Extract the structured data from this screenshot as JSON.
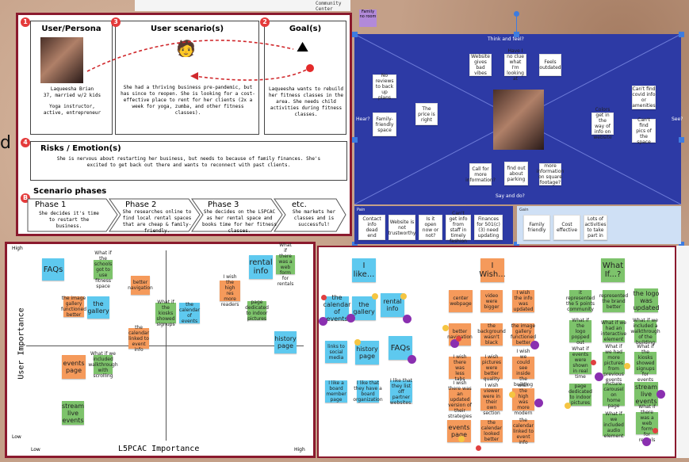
{
  "top_note": "Community Center",
  "top_chip": "Family no room",
  "left_letter": "d",
  "persona": {
    "title": "User/Persona",
    "name": "Laqueesha Brian",
    "desc": "37, married w/2 kids",
    "role": "Yoga instructor, active, entrepreneur",
    "badge": "1"
  },
  "scenario": {
    "title": "User scenario(s)",
    "badge": "3",
    "text": "She had a thriving business pre-pandemic, but has since to reopen. She is looking for a cost-effective place to rent for her clients (2x a week for yoga, zumba, and other fitness classes)."
  },
  "goal": {
    "title": "Goal(s)",
    "badge": "2",
    "text": "Laqueesha wants to rebuild her fitness classes in the area. She needs child activities during fitness classes."
  },
  "risks": {
    "title": "Risks / Emotion(s)",
    "badge": "4",
    "text": "She is nervous about restarting her business, but needs to because of family finances. She's excited to get back out there and wants to reconnect with past clients."
  },
  "phases": {
    "title": "Scenario phases",
    "badge": "B",
    "items": [
      {
        "title": "Phase 1",
        "text": "She decides it's time to restart the business."
      },
      {
        "title": "Phase 2",
        "text": "She researches online to find local rental spaces that are cheap & family-friendly."
      },
      {
        "title": "Phase 3",
        "text": "She decides on the L5PCAC as her rental space and books time for her fitness classes."
      },
      {
        "title": "etc.",
        "text": "She markets her classes and is successful!"
      }
    ]
  },
  "empathy": {
    "think": "Think and feel?",
    "say": "Say and do?",
    "hear": "Hear?",
    "see": "See?",
    "pain": "Pain",
    "gain": "Gain",
    "think_notes": [
      "Website gives bad vibes",
      "Have I no clue what I'm looking at",
      "Feels outdated"
    ],
    "hear_notes": [
      "No reviews to back up plans",
      "Family-friendly space",
      "The price is right"
    ],
    "see_notes": [
      "Can't find covid info or amenities",
      "Colors get in the way of info on website",
      "Can't find pics of the space"
    ],
    "say_notes": [
      "Call for more information?",
      "find out about parking",
      "more information on square footage?"
    ],
    "pain_notes": [
      "Contact info dead end",
      "Website is not trustworthy",
      "Is it open now or not?",
      "Can't get info from staff in timely fashion",
      "Finances for 501(c)(3) need updating"
    ],
    "gain_notes": [
      "Family friendly",
      "Cost effective",
      "Lots of activities to take part in"
    ]
  },
  "matrix": {
    "ylabel": "User Importance",
    "xlabel": "L5PCAC Importance",
    "high_y": "High",
    "low_y": "Low",
    "low_x": "Low",
    "high_x": "High",
    "notes": [
      {
        "t": "FAQs",
        "c": "b"
      },
      {
        "t": "What if the schools got to use fitness space",
        "c": "g"
      },
      {
        "t": "rental info",
        "c": "b"
      },
      {
        "t": "What if there was a web form for rentals",
        "c": "g"
      },
      {
        "t": "better navigation",
        "c": "o"
      },
      {
        "t": "I wish the high res more readers",
        "c": "o"
      },
      {
        "t": "the image gallery functioned better",
        "c": "o"
      },
      {
        "t": "the gallery",
        "c": "b"
      },
      {
        "t": "What if the kiosks showed signups",
        "c": "g"
      },
      {
        "t": "the calendar of events",
        "c": "b"
      },
      {
        "t": "page dedicated to indoor pictures",
        "c": "g"
      },
      {
        "t": "the calendar linked to event info",
        "c": "o"
      },
      {
        "t": "history page",
        "c": "b"
      },
      {
        "t": "events page",
        "c": "o"
      },
      {
        "t": "What if we included walkthrough with scrolling",
        "c": "g"
      },
      {
        "t": "stream live events",
        "c": "g"
      }
    ]
  },
  "ilike": {
    "title": "I like...",
    "notes": [
      "the calendar of events",
      "the gallery",
      "rental info",
      "links to social media",
      "history page",
      "FAQs",
      "I like a board member page",
      "I like that they have a board organization",
      "I like that they list off partner websites."
    ]
  },
  "iwish": {
    "title": "I Wish...",
    "notes": [
      "center webpage",
      "video were bigger",
      "I wish the info was updated",
      "better navigation",
      "the background wasn't black",
      "the image gallery functioned better",
      "I wish there was less tabs",
      "I wish pictures were better quality",
      "I wish we could see inside the building",
      "I wish there was an updated version of their strategies",
      "I wish viewer were in their own section",
      "wish the high was more modern",
      "events page",
      "the calendar looked better",
      "the calendar linked to event info"
    ]
  },
  "whatif": {
    "title": "What If...?",
    "notes": [
      "it represented the 5 points community",
      "represented the brand better",
      "the logo was updated",
      "What if the logo popped out",
      "What if we had an interactive element",
      "What if we included a walkthrough of the building",
      "What if events were shown in real time",
      "What if we had more pictures from previous events",
      "What if the kiosks showed signups for events",
      "page dedicated to indoor pictures",
      "Picture carousel on home page",
      "stream live events",
      "What if we included audio element",
      "What if there was a web form for rentals"
    ]
  },
  "colors": {
    "navy": "#2d3aa5",
    "accent_red": "#c0283b",
    "frame_red": "#8b1a2e"
  }
}
